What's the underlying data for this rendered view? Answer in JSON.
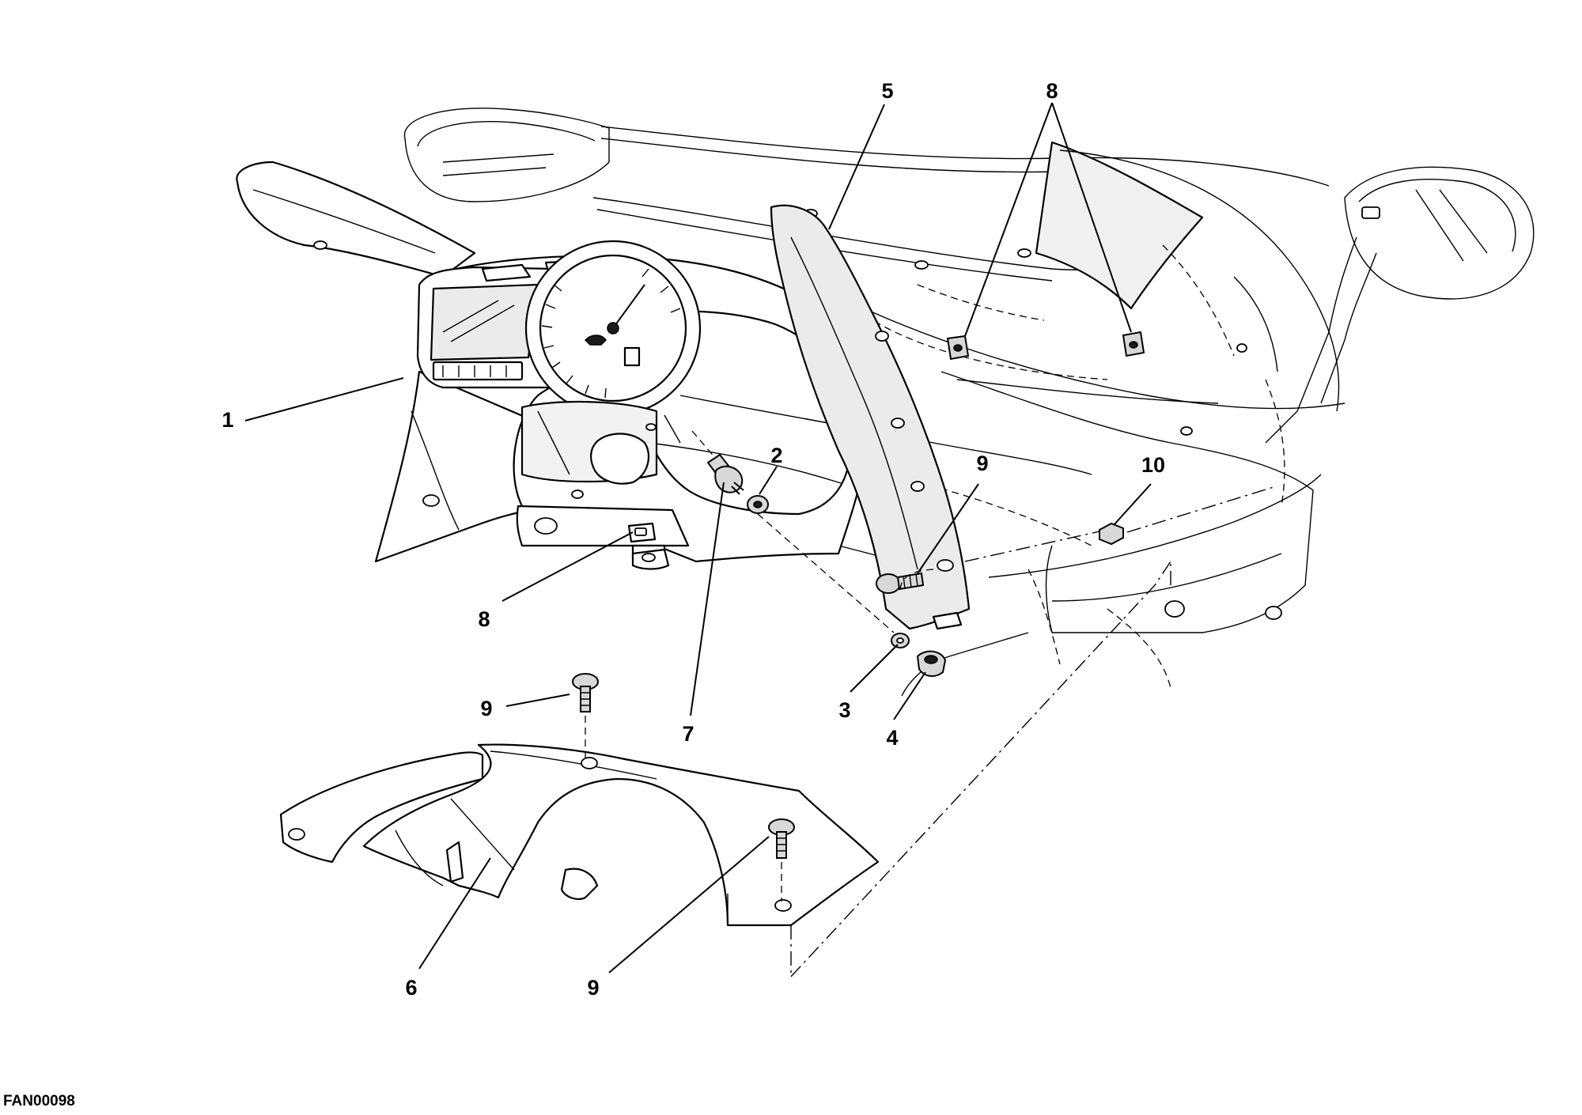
{
  "drawing_code": "FAN00098",
  "callouts": [
    {
      "id": "1",
      "label": "1"
    },
    {
      "id": "2",
      "label": "2"
    },
    {
      "id": "3",
      "label": "3"
    },
    {
      "id": "4",
      "label": "4"
    },
    {
      "id": "5",
      "label": "5"
    },
    {
      "id": "6",
      "label": "6"
    },
    {
      "id": "7",
      "label": "7"
    },
    {
      "id": "8a",
      "label": "8"
    },
    {
      "id": "8b",
      "label": "8"
    },
    {
      "id": "9a",
      "label": "9"
    },
    {
      "id": "9b",
      "label": "9"
    },
    {
      "id": "9c",
      "label": "9"
    },
    {
      "id": "10",
      "label": "10"
    }
  ]
}
